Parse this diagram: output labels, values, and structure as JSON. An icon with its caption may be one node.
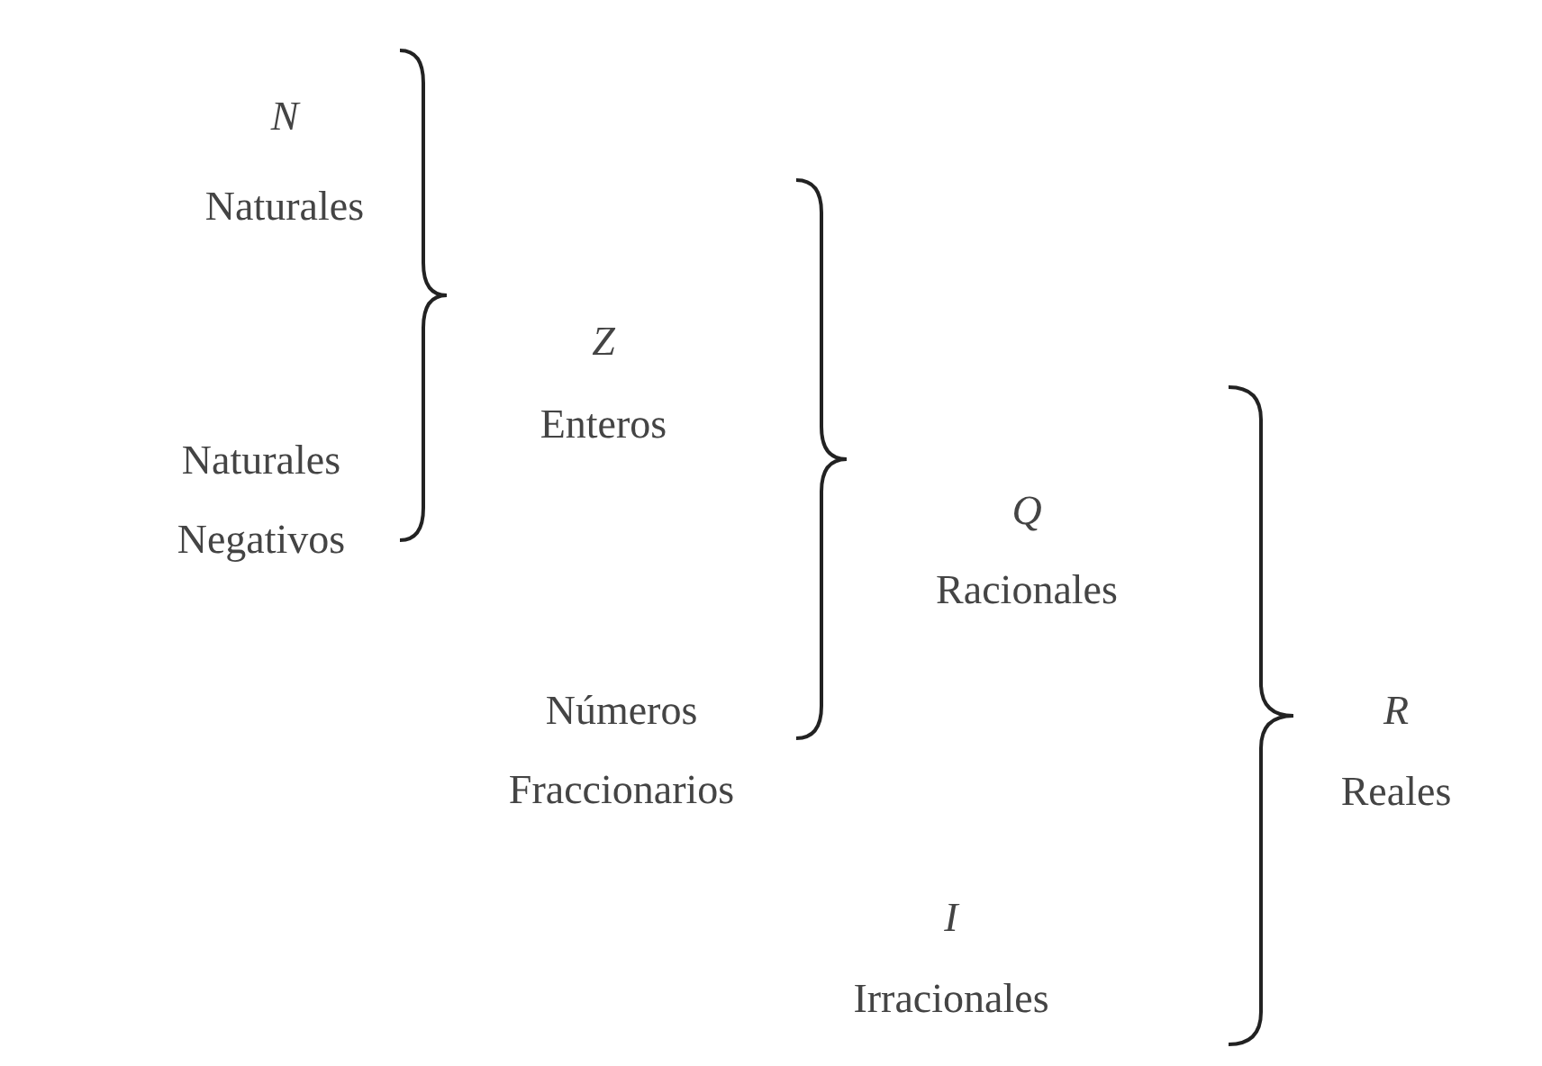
{
  "diagram": {
    "labels": [
      "N",
      "Naturales",
      "Z",
      "Enteros",
      "Naturales Negativos",
      "Q",
      "Racionales",
      "Números Fraccionarios",
      "R",
      "Reales",
      "I",
      "Irracionales"
    ]
  }
}
